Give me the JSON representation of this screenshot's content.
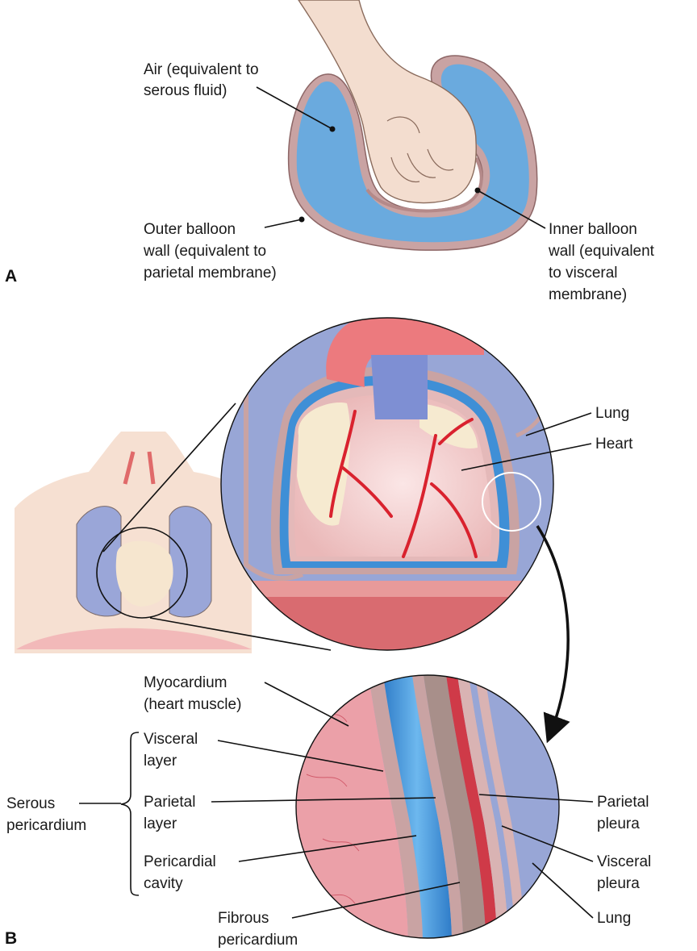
{
  "panels": {
    "a": "A",
    "b": "B"
  },
  "balloon": {
    "air": [
      "Air (equivalent to",
      "serous fluid)"
    ],
    "outer": [
      "Outer balloon",
      "wall (equivalent to",
      "parietal membrane)"
    ],
    "inner": [
      "Inner balloon",
      "wall (equivalent",
      "to visceral",
      "membrane)"
    ]
  },
  "heart_view": {
    "lung": "Lung",
    "heart": "Heart"
  },
  "detail": {
    "myocardium": [
      "Myocardium",
      "(heart muscle)"
    ],
    "visceral_layer": [
      "Visceral",
      "layer"
    ],
    "parietal_layer": [
      "Parietal",
      "layer"
    ],
    "pericardial_cavity": [
      "Pericardial",
      "cavity"
    ],
    "serous_pericardium": [
      "Serous",
      "pericardium"
    ],
    "fibrous_pericardium": [
      "Fibrous",
      "pericardium"
    ],
    "parietal_pleura": [
      "Parietal",
      "pleura"
    ],
    "visceral_pleura": [
      "Visceral",
      "pleura"
    ],
    "lung": "Lung"
  },
  "colors": {
    "balloon_blue": "#6aaade",
    "membrane": "#c9a3a3",
    "lung_blue": "#98a6d6",
    "heart_pink": "#f2cdcd",
    "artery_red": "#d9222e",
    "skin": "#f6e0d2",
    "fluid_blue": "#3f8fd6"
  }
}
